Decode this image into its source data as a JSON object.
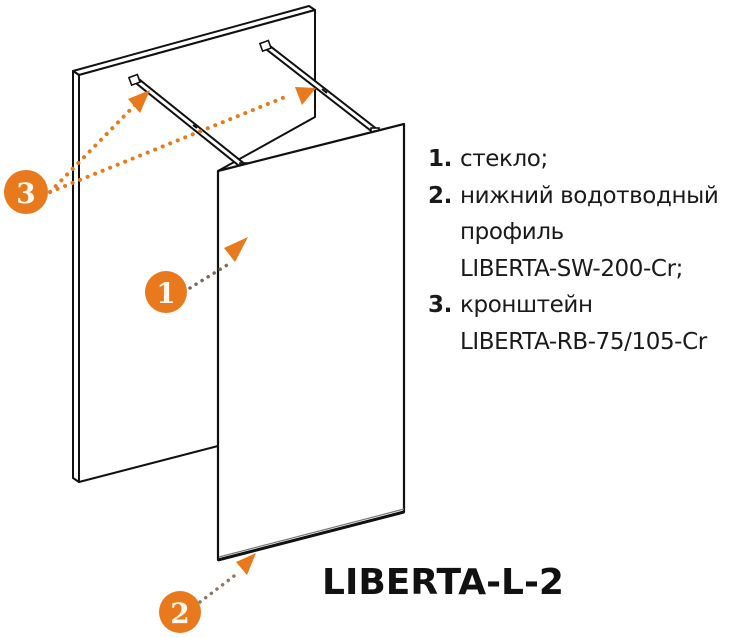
{
  "title": "LIBERTA-L-2",
  "legend": [
    {
      "number": "1.",
      "lines": [
        "стекло;"
      ]
    },
    {
      "number": "2.",
      "lines": [
        "нижний водотводный",
        "профиль",
        "LIBERTA-SW-200-Cr;"
      ]
    },
    {
      "number": "3.",
      "lines": [
        "кронштейн",
        "LIBERTA-RB-75/105-Cr"
      ]
    }
  ],
  "callouts": [
    {
      "number": "1",
      "target": "glass-panel"
    },
    {
      "number": "2",
      "target": "bottom-drain-profile"
    },
    {
      "number": "3",
      "target": "wall-brackets"
    }
  ],
  "colors": {
    "accent": "#e8791c",
    "line": "#111111",
    "background": "#ffffff"
  }
}
